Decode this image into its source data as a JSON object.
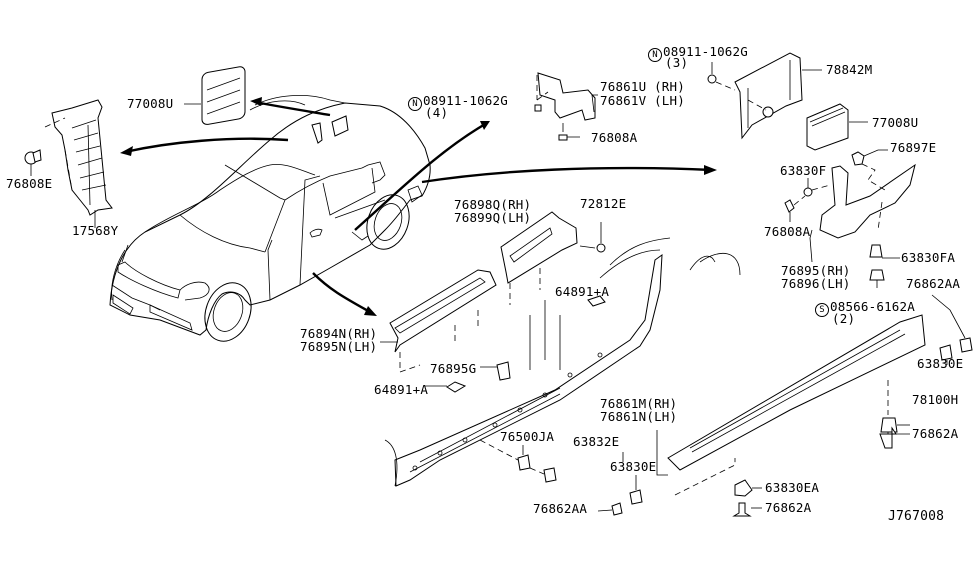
{
  "diagram": {
    "type": "exploded-parts-diagram",
    "subject": "body side trim / sill molding",
    "reference_code": "J767008"
  },
  "labels": {
    "l_77008u_a": "77008U",
    "l_76808e": "76808E",
    "l_17568y": "17568Y",
    "l_08911_4_code": "08911-1062G",
    "l_08911_4_qty": "(4)",
    "l_08911_4_prefix": "N",
    "l_76861u": "76861U (RH)",
    "l_76861v": "76861V (LH)",
    "l_76808a_a": "76808A",
    "l_08911_3_code": "08911-1062G",
    "l_08911_3_qty": "(3)",
    "l_08911_3_prefix": "N",
    "l_78842m": "78842M",
    "l_77008u_b": "77008U",
    "l_76897e": "76897E",
    "l_63830f": "63830F",
    "l_76808a_b": "76808A",
    "l_63830fa": "63830FA",
    "l_76895rh": "76895(RH)",
    "l_76896lh": "76896(LH)",
    "l_08566_code": "08566-6162A",
    "l_08566_qty": "(2)",
    "l_08566_prefix": "S",
    "l_76862aa_a": "76862AA",
    "l_63830e_a": "63830E",
    "l_78100h": "78100H",
    "l_76862a_a": "76862A",
    "l_76898q": "76898Q(RH)",
    "l_76899q": "76899Q(LH)",
    "l_72812e": "72812E",
    "l_64891a_a": "64891+A",
    "l_76894n": "76894N(RH)",
    "l_76895n": "76895N(LH)",
    "l_76895g": "76895G",
    "l_64891a_b": "64891+A",
    "l_76861m": "76861M(RH)",
    "l_76861n": "76861N(LH)",
    "l_76500ja": "76500JA",
    "l_63832e": "63832E",
    "l_63830e_b": "63830E",
    "l_63830ea": "63830EA",
    "l_76862aa_b": "76862AA",
    "l_76862a_b": "76862A",
    "l_ref": "J767008"
  }
}
